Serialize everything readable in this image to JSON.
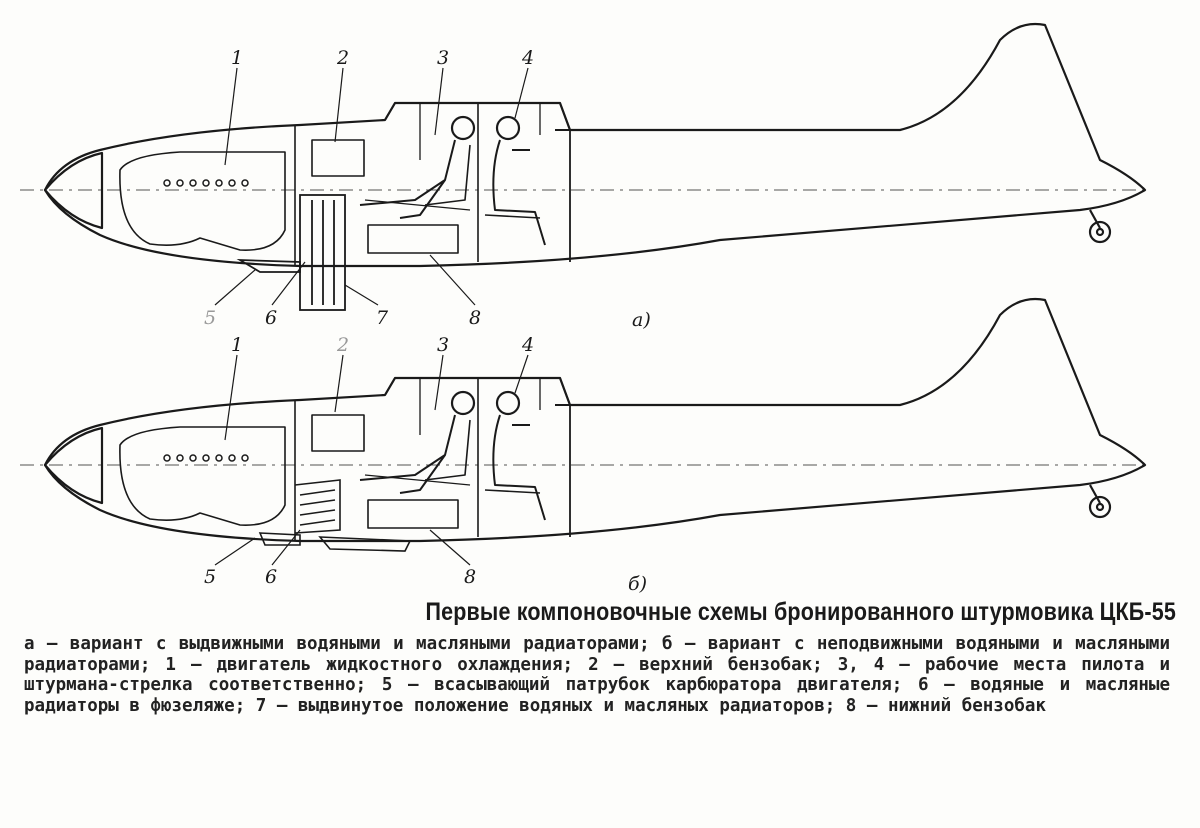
{
  "figure": {
    "variant_a_label": "а)",
    "variant_b_label": "б)",
    "callouts_a": [
      "1",
      "2",
      "3",
      "4",
      "5",
      "6",
      "7",
      "8"
    ],
    "callouts_b": [
      "1",
      "2",
      "3",
      "4",
      "5",
      "6",
      "8"
    ]
  },
  "title": "Первые компоновочные схемы бронированного штурмовика ЦКБ-55",
  "caption": "а — вариант с выдвижными водяными и масляными радиаторами; б — вариант с неподвижными водяными и масляными радиаторами; 1 — двигатель жидкостного охлаждения; 2 — верхний бензобак; 3, 4 — рабочие места пилота и штурмана-стрелка соответственно; 5 — всасывающий патрубок карбюратора двигателя; 6 — водяные и масляные радиаторы в фюзеляже; 7 — выдвинутое положение водяных и масляных радиаторов; 8 — нижний бензобак"
}
